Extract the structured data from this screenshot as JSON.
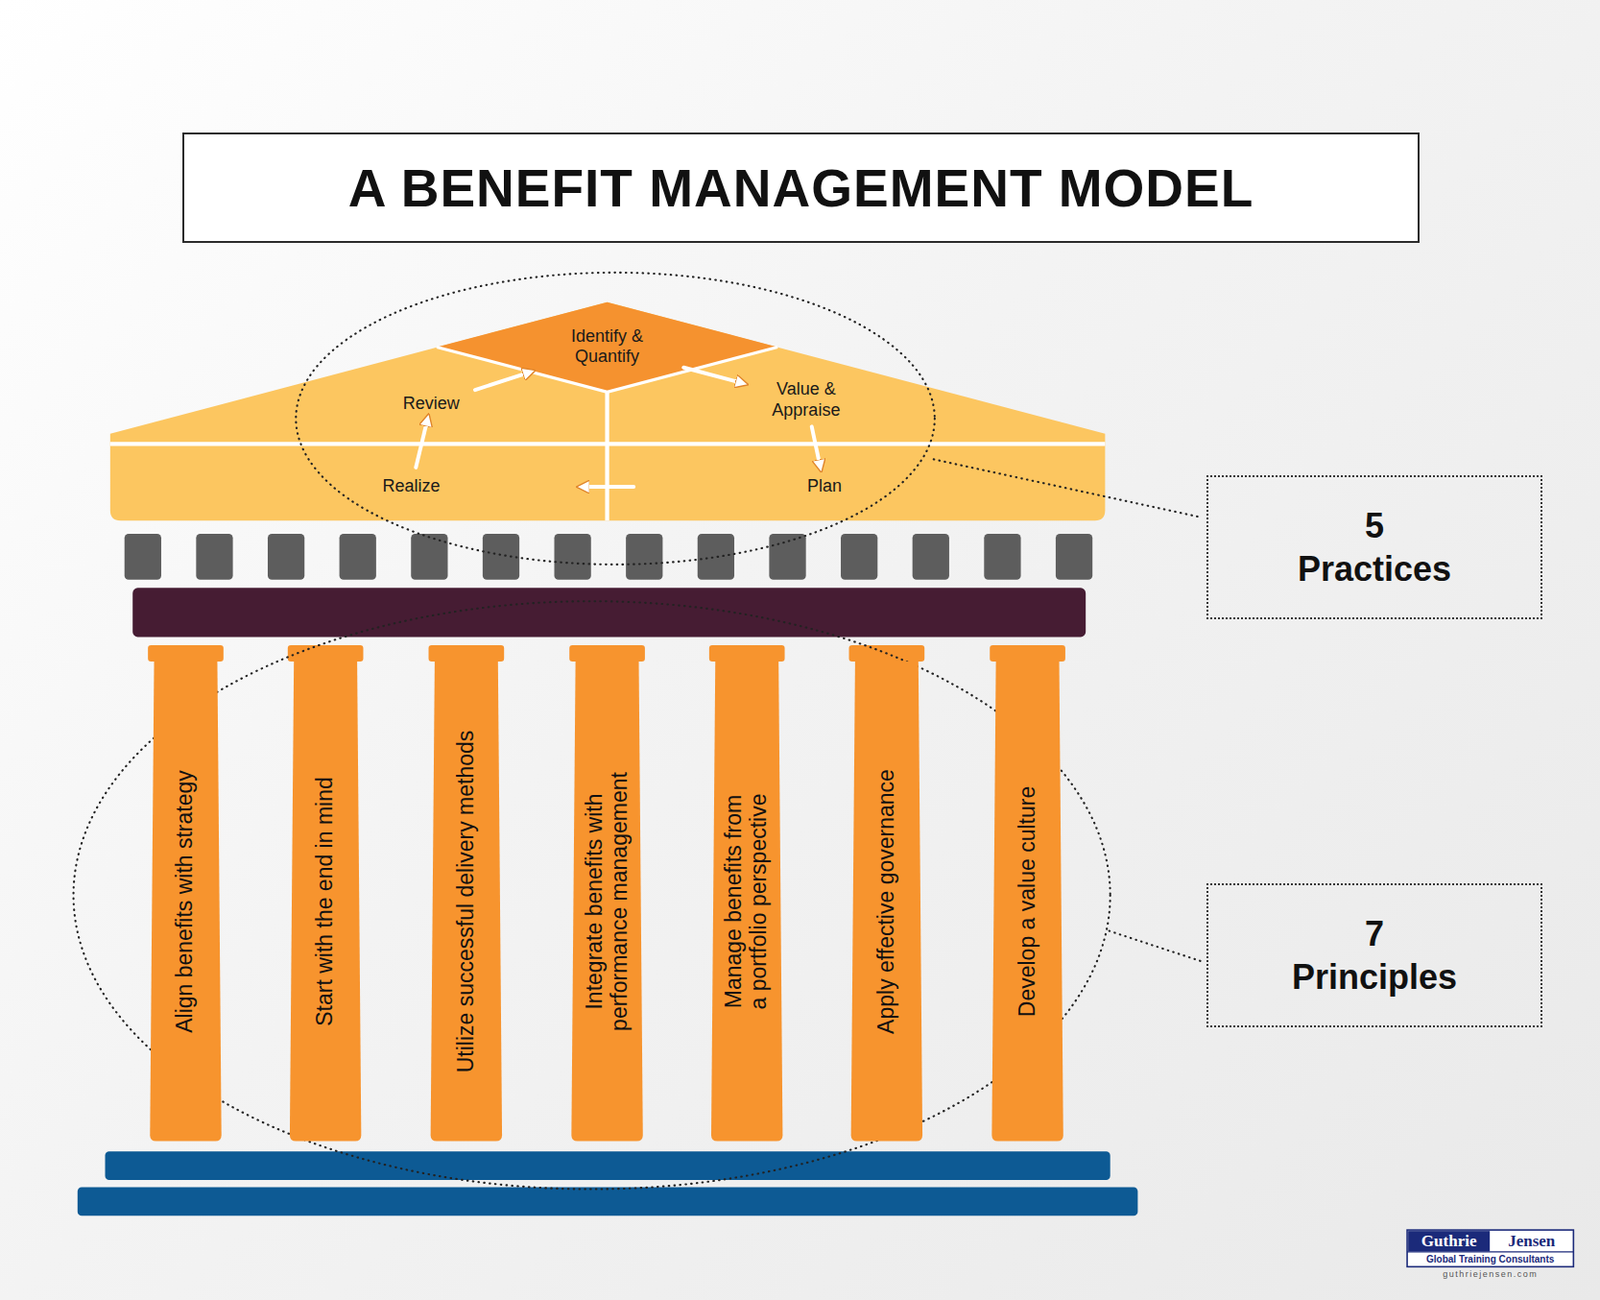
{
  "diagram": {
    "title": "A BENEFIT MANAGEMENT MODEL",
    "nodes": [
      {
        "text": [
          "Identify & Quantify"
        ]
      },
      {
        "text": [
          "Review"
        ]
      },
      {
        "text": [
          "Value & Appraise"
        ]
      },
      {
        "text": [
          "Realize"
        ]
      },
      {
        "text": [
          "Plan"
        ]
      },
      {
        "text": [
          "Align benefits with strategy"
        ]
      },
      {
        "text": [
          "Start with the end in mind"
        ]
      },
      {
        "text": [
          "Utilize successful delivery methods"
        ]
      },
      {
        "text": [
          "Integrate benefits with performance management"
        ]
      },
      {
        "text": [
          "Manage benefits from a portfolio perspective"
        ]
      },
      {
        "text": [
          "Apply effective governance"
        ]
      },
      {
        "text": [
          "Develop a value culture"
        ]
      },
      {
        "text": [
          "5 Practices"
        ]
      },
      {
        "text": [
          "7 Principles"
        ]
      }
    ],
    "edges": [
      {
        "from": 0,
        "to": 2,
        "arrow": "to"
      },
      {
        "from": 2,
        "to": 4,
        "arrow": "to"
      },
      {
        "from": 4,
        "to": 3,
        "arrow": "to"
      },
      {
        "from": 3,
        "to": 1,
        "arrow": "to"
      },
      {
        "from": 1,
        "to": 0,
        "arrow": "to"
      }
    ],
    "labels": [
      "Guthrie",
      "Jensen",
      "Global Training Consultants",
      "guthriejensen.com"
    ]
  }
}
